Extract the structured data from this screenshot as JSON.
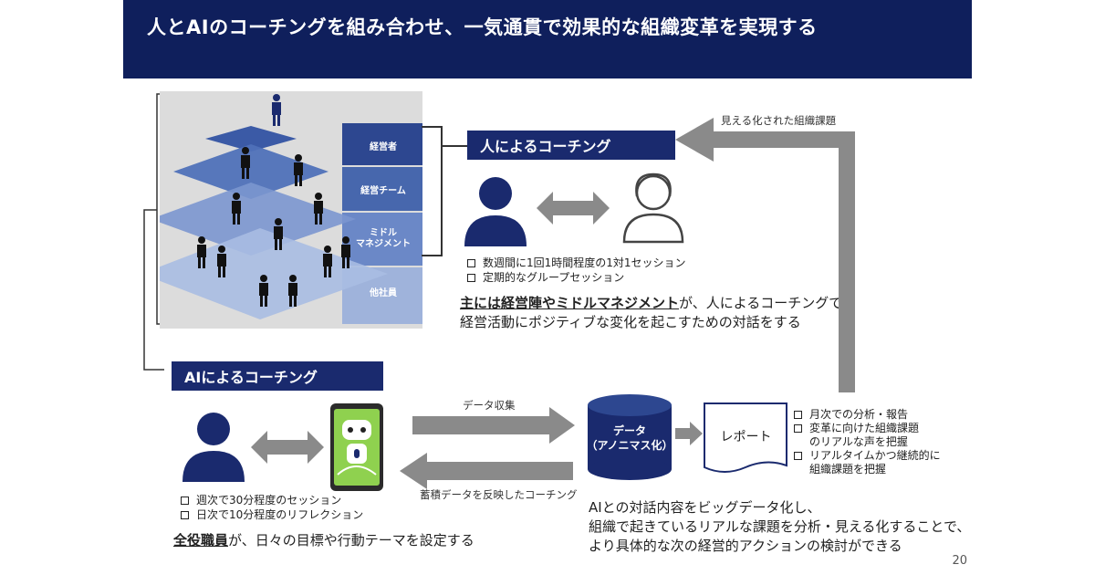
{
  "title": "人とAIのコーチングを組み合わせ、一気通貫で効果的な組織変革を実現する",
  "pyramid": {
    "levels": [
      "経営者",
      "経営チーム",
      "ミドル\nマネジメント",
      "他社員"
    ]
  },
  "human_coaching": {
    "label": "人によるコーチング",
    "bullets": [
      "数週間に1回1時間程度の1対1セッション",
      "定期的なグループセッション"
    ],
    "desc_highlight": "主には経営陣やミドルマネジメント",
    "desc_line1_rest": "が、人によるコーチングで、",
    "desc_line2": "経営活動にポジティブな変化を起こすための対話をする"
  },
  "ai_coaching": {
    "label": "AIによるコーチング",
    "bullets": [
      "週次で30分程度のセッション",
      "日次で10分程度のリフレクション"
    ],
    "desc_highlight": "全役職員",
    "desc_rest": "が、日々の目標や行動テーマを設定する"
  },
  "flow": {
    "data_collect": "データ収集",
    "feedback": "蓄積データを反映したコーチング",
    "database_line1": "データ",
    "database_line2": "（アノニマス化）",
    "report": "レポート",
    "visible_issues": "見える化された組織課題",
    "report_bullets": [
      "月次での分析・報告",
      "変革に向けた組織課題\nのリアルな声を把握",
      "リアルタイムかつ継続的に\n組織課題を把握"
    ],
    "bottom_desc": [
      "AIとの対話内容をビッグデータ化し、",
      "組織で起きているリアルな課題を分析・見える化することで、",
      "より具体的な次の経営的アクションの検討ができる"
    ]
  },
  "page_number": "20",
  "colors": {
    "navy": "#0f1f5c",
    "label_navy": "#1a2a6e",
    "gray_arrow": "#8a8a8a",
    "pyramid_blue": "#5b7fc4"
  }
}
